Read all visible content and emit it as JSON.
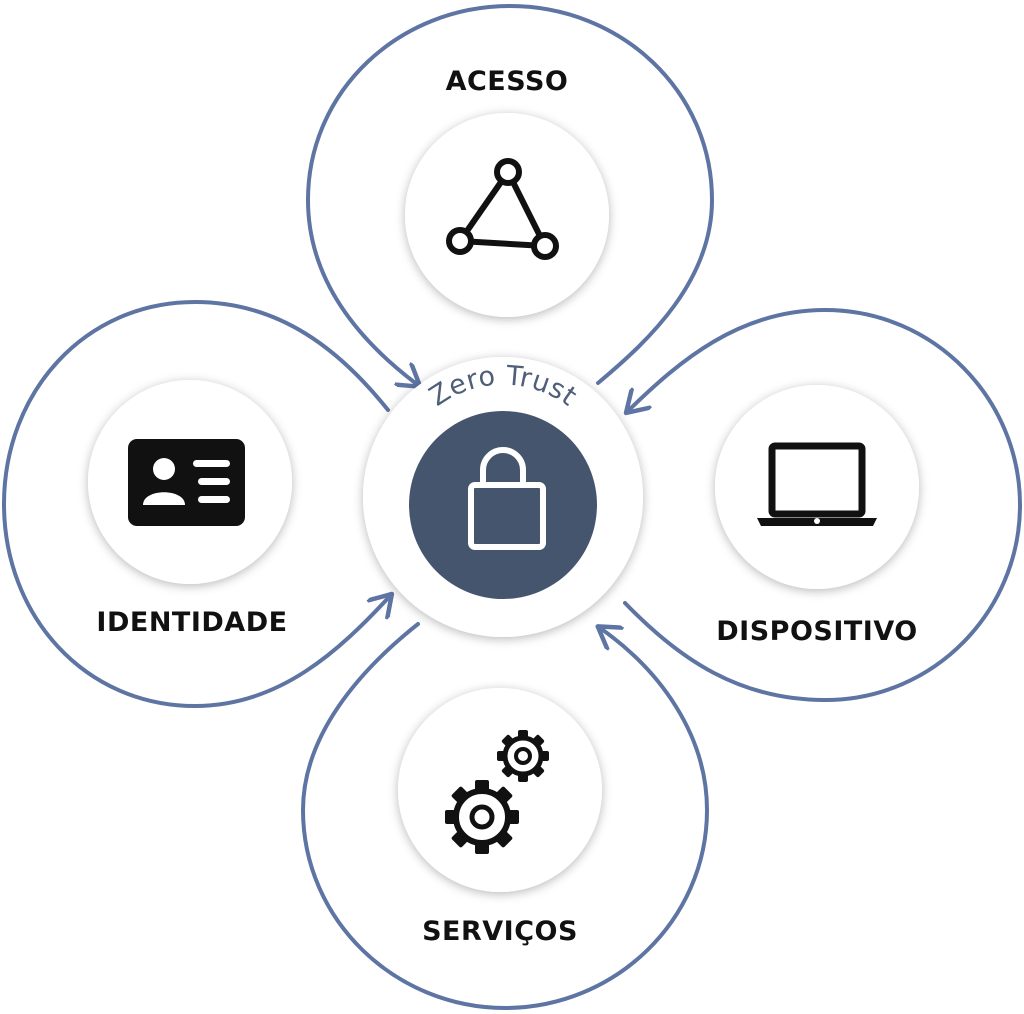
{
  "center": {
    "title": "Zero Trust",
    "icon": "padlock-icon"
  },
  "nodes": [
    {
      "id": "acesso",
      "label": "ACESSO",
      "icon": "network-triangle-icon"
    },
    {
      "id": "dispositivo",
      "label": "DISPOSITIVO",
      "icon": "laptop-icon"
    },
    {
      "id": "servicos",
      "label": "SERVIÇOS",
      "icon": "gears-icon"
    },
    {
      "id": "identidade",
      "label": "IDENTIDADE",
      "icon": "id-card-icon"
    }
  ],
  "colors": {
    "loop_stroke": "#5e74a3",
    "center_fill": "#46556e",
    "center_title": "#4f5f78",
    "icon": "#111111"
  }
}
